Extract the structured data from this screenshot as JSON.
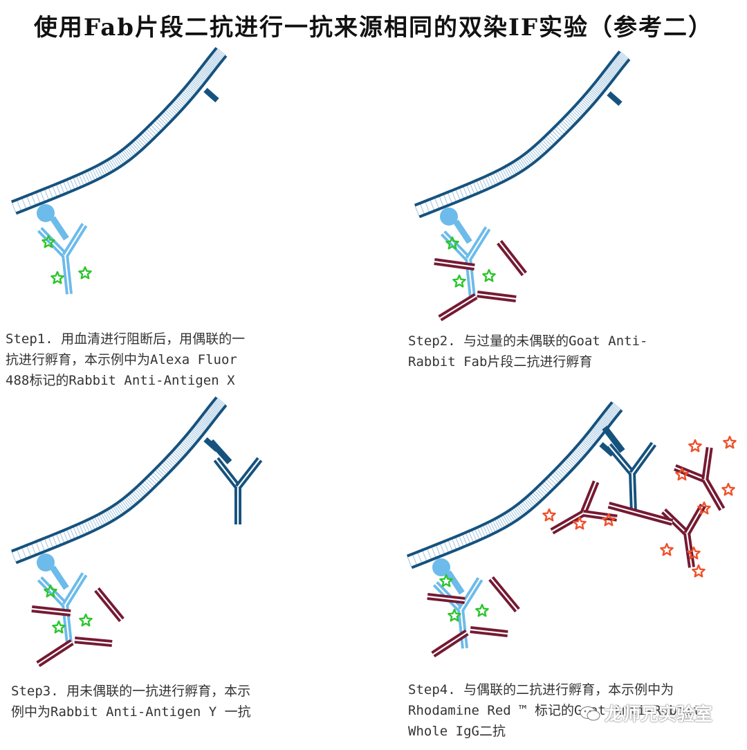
{
  "title": "使用Fab片段二抗进行一抗来源相同的双染IF实验（参考二）",
  "colors": {
    "membrane": "#16527e",
    "membrane_fill": "#ffffff",
    "membrane_ticks": "#9fc3de",
    "primary_x": "#6cbbea",
    "antigen": "#6cbbea",
    "fab": "#751a33",
    "primary_y": "#16527e",
    "fluor_green": "#2cc52c",
    "fluor_red": "#f0502b"
  },
  "steps": [
    {
      "id": "step1",
      "lines": [
        "Step1. 用血清进行阻断后，用偶联的一",
        "抗进行孵育，本示例中为Alexa Fluor",
        "488标记的Rabbit Anti-Antigen X"
      ]
    },
    {
      "id": "step2",
      "lines": [
        "Step2. 与过量的未偶联的Goat Anti-",
        "Rabbit Fab片段二抗进行孵育"
      ]
    },
    {
      "id": "step3",
      "lines": [
        "Step3. 用未偶联的一抗进行孵育，本示",
        "例中为Rabbit Anti-Antigen Y 一抗"
      ]
    },
    {
      "id": "step4",
      "lines": [
        "Step4. 与偶联的二抗进行孵育，本示例中为",
        "Rhodamine Red ™ 标记的Goat Anti-Rabbit",
        "Whole IgG二抗"
      ]
    }
  ],
  "watermark": "龙师兄实验室"
}
